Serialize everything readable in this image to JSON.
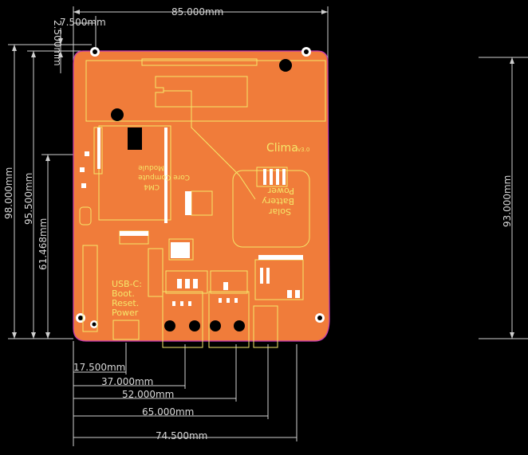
{
  "colors": {
    "background": "#000000",
    "board": "#f07c3a",
    "board_outline": "#c239b3",
    "silkscreen": "#f5e76a",
    "dimension": "#cfcfcf",
    "pad": "#ffffff",
    "hole": "#000000"
  },
  "dimensions": {
    "top_width": "85.000mm",
    "left_offset": "7.500mm",
    "top_offset": "2.500mm",
    "total_height": "98.000mm",
    "inner_height": "95.500mm",
    "mid_height": "61.468mm",
    "right_height": "93.000mm",
    "bottom_1": "17.500mm",
    "bottom_2": "37.000mm",
    "bottom_3": "52.000mm",
    "bottom_4": "65.000mm",
    "bottom_5": "74.500mm"
  },
  "silkscreen": {
    "clima_logo": "Clima",
    "clima_version": "v3.0",
    "solar_line1": "Solar",
    "solar_line2": "Battery",
    "solar_line3": "Power",
    "cm_line1": "CM4",
    "cm_line2": "Core Compute",
    "cm_line3": "Module",
    "usb_label": "USB-C:",
    "boot_label": "Boot.",
    "reset_label": "Reset.",
    "power_label": "Power"
  }
}
